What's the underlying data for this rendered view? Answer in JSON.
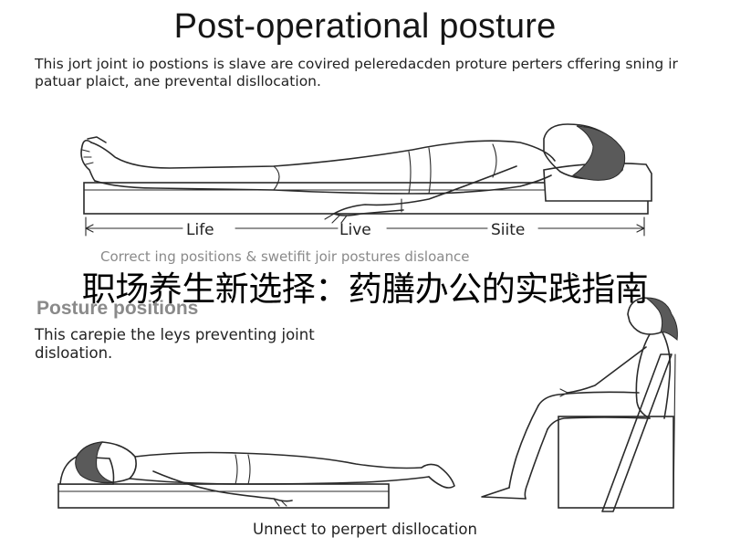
{
  "title": "Post-operational posture",
  "intro": "This jort joint io postions is slave are covired peleredacden proture perters cffering sning ir patuar plaict, ane prevental disllocation.",
  "measure_labels": [
    "Life",
    "Live",
    "Siite"
  ],
  "caption": "Correct ing positions & swetifit joir postures disloance",
  "overlay_banner": "职场养生新选择：药膳办公的实践指南",
  "section2": {
    "heading": "Posture positions",
    "description": "This carepie the leys preventing joint disloation."
  },
  "bottom_caption": "Unnect to perpert disllocation"
}
